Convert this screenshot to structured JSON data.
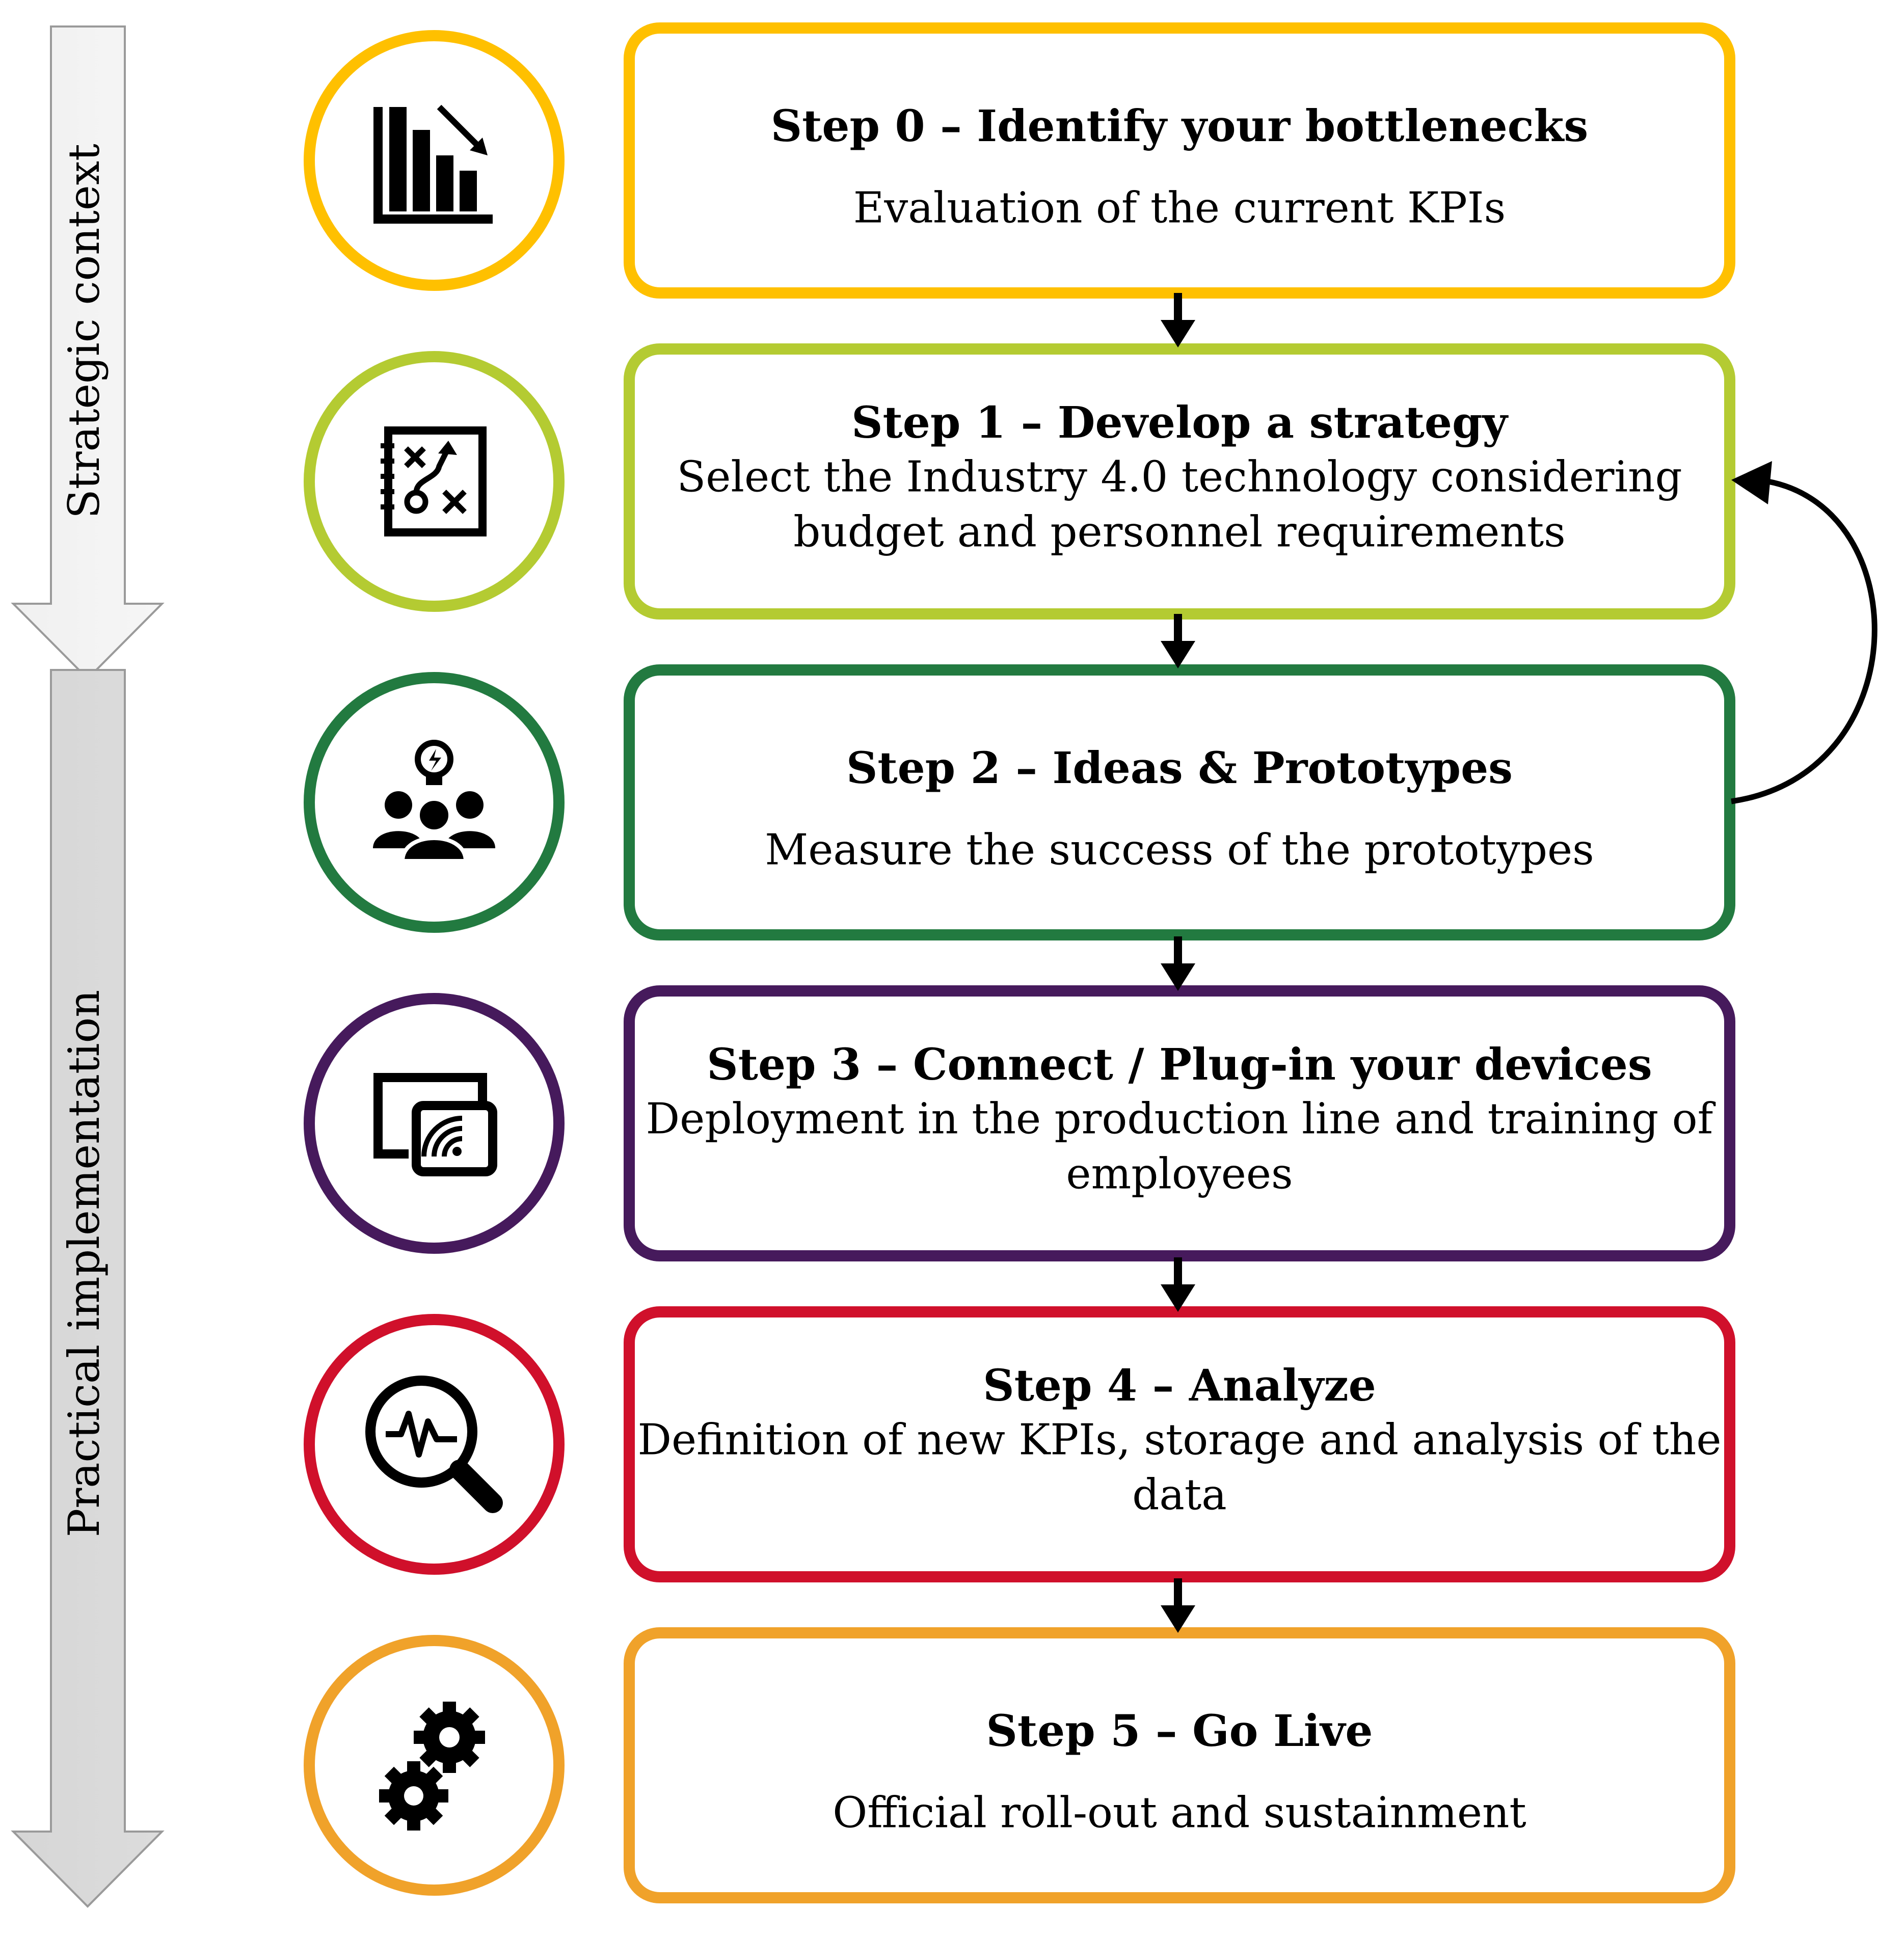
{
  "side_arrows": [
    {
      "label": "Strategic context"
    },
    {
      "label": "Practical implementation"
    }
  ],
  "steps": [
    {
      "title": "Step 0 – Identify your bottlenecks",
      "desc": [
        "Evaluation of the current KPIs"
      ],
      "color": "#FFC000",
      "icon": "bar-chart-decline-icon"
    },
    {
      "title": "Step 1 – Develop a strategy",
      "desc": [
        "Select the Industry 4.0 technology considering",
        "budget and personnel requirements"
      ],
      "color": "#B4CB32",
      "icon": "strategy-plan-icon"
    },
    {
      "title": "Step 2 – Ideas & Prototypes",
      "desc": [
        "Measure the success of the prototypes"
      ],
      "color": "#227A40",
      "icon": "team-idea-icon"
    },
    {
      "title": "Step 3 – Connect / Plug-in your devices",
      "desc": [
        "Deployment in the production line and training of",
        "employees"
      ],
      "color": "#461A5C",
      "icon": "wireless-devices-icon"
    },
    {
      "title": "Step 4 – Analyze",
      "desc": [
        "Definition of new KPIs, storage and analysis of the",
        "data"
      ],
      "color": "#D0102B",
      "icon": "analyze-magnifier-icon"
    },
    {
      "title": "Step 5 – Go Live",
      "desc": [
        "Official roll-out and sustainment"
      ],
      "color": "#F0A22A",
      "icon": "gears-icon"
    }
  ]
}
